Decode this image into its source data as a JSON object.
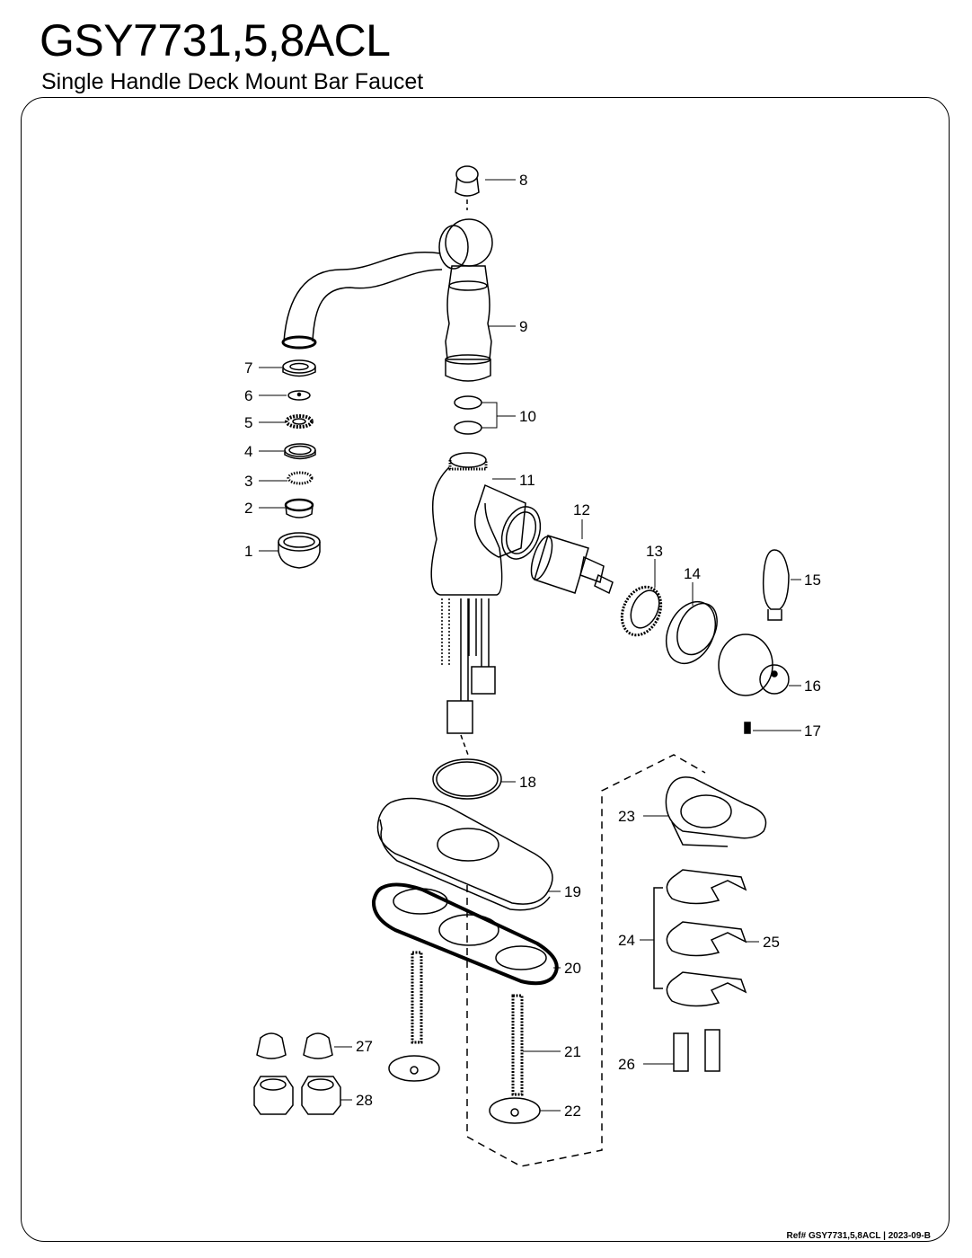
{
  "header": {
    "title": "GSY7731,5,8ACL",
    "subtitle": "Single Handle Deck Mount Bar Faucet"
  },
  "callouts": [
    "1",
    "2",
    "3",
    "4",
    "5",
    "6",
    "7",
    "8",
    "9",
    "10",
    "11",
    "12",
    "13",
    "14",
    "15",
    "16",
    "17",
    "18",
    "19",
    "20",
    "21",
    "22",
    "23",
    "24",
    "25",
    "26",
    "27",
    "28"
  ],
  "footer": {
    "ref_label": "Ref#",
    "ref_code": "GSY7731,5,8ACL",
    "separator": "|",
    "revision": "2023-09-B"
  }
}
